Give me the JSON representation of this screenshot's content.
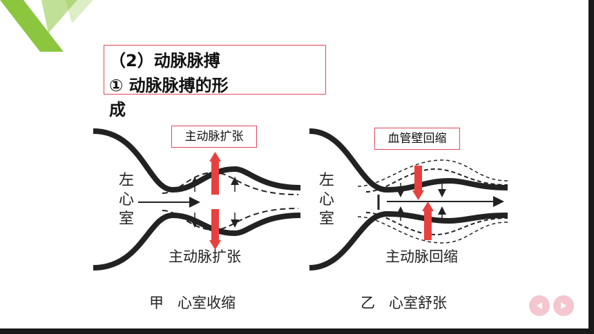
{
  "heading": {
    "line1": "（2）动脉脉搏",
    "line2": "① 动脉脉搏的形",
    "line3": "成"
  },
  "callouts": {
    "expand": "主动脉扩张",
    "recoil": "血管壁回缩"
  },
  "left_panel": {
    "chamber_label": [
      "左",
      "心",
      "室"
    ],
    "bottom_label": "主动脉扩张",
    "caption": "甲   心室收缩"
  },
  "right_panel": {
    "chamber_label": [
      "左",
      "心",
      "室"
    ],
    "bottom_label": "主动脉回缩",
    "caption": "乙   心室舒张"
  },
  "nav": {
    "prev_icon": "triangle-left-icon",
    "next_icon": "triangle-right-icon"
  },
  "colors": {
    "accent_green": "#8cc63f",
    "arrow_red": "#e8403f",
    "box_border": "#e0455a"
  }
}
